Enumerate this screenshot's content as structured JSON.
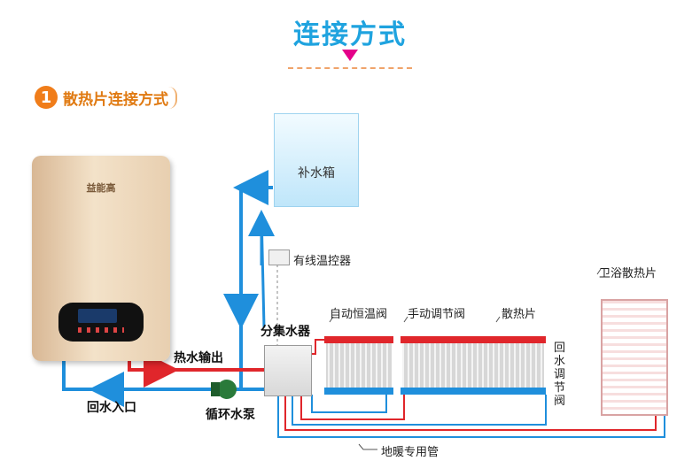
{
  "header": {
    "title": "连接方式",
    "section_number": "1",
    "section_title": "散热片连接方式"
  },
  "components": {
    "boiler_brand": "益能高",
    "tank": "补水箱",
    "thermostat": "有线温控器",
    "manifold": "分集水器",
    "auto_valve": "自动恒温阀",
    "manual_valve": "手动调节阀",
    "radiator": "散热片",
    "return_valve": "回水调节阀",
    "towel_radiator": "卫浴散热片",
    "hot_water_out": "热水输出",
    "return_water_in": "回水入口",
    "pump": "循环水泵",
    "floor_pipe": "地暖专用管"
  },
  "colors": {
    "hot": "#e0262b",
    "cold": "#1f8fdc",
    "accent": "#1fa3df"
  }
}
